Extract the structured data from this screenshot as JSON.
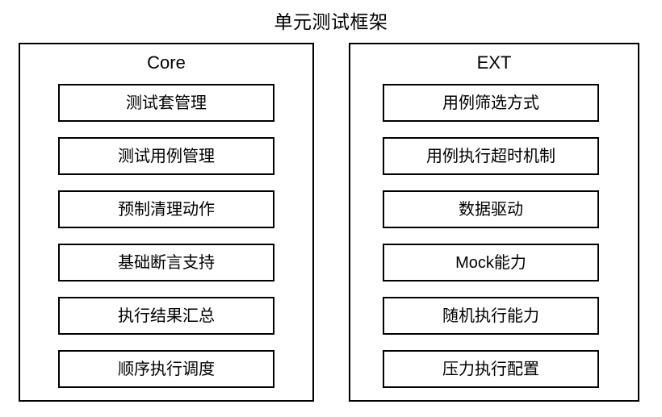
{
  "diagram": {
    "title": "单元测试框架",
    "type": "two-column-block-diagram",
    "background_color": "#ffffff",
    "border_color": "#000000",
    "text_color": "#000000",
    "columns": [
      {
        "id": "core",
        "title": "Core",
        "items": [
          {
            "label": "测试套管理"
          },
          {
            "label": "测试用例管理"
          },
          {
            "label": "预制清理动作"
          },
          {
            "label": "基础断言支持"
          },
          {
            "label": "执行结果汇总"
          },
          {
            "label": "顺序执行调度"
          }
        ]
      },
      {
        "id": "ext",
        "title": "EXT",
        "items": [
          {
            "label": "用例筛选方式"
          },
          {
            "label": "用例执行超时机制"
          },
          {
            "label": "数据驱动"
          },
          {
            "label": "Mock能力"
          },
          {
            "label": "随机执行能力"
          },
          {
            "label": "压力执行配置"
          }
        ]
      }
    ]
  }
}
